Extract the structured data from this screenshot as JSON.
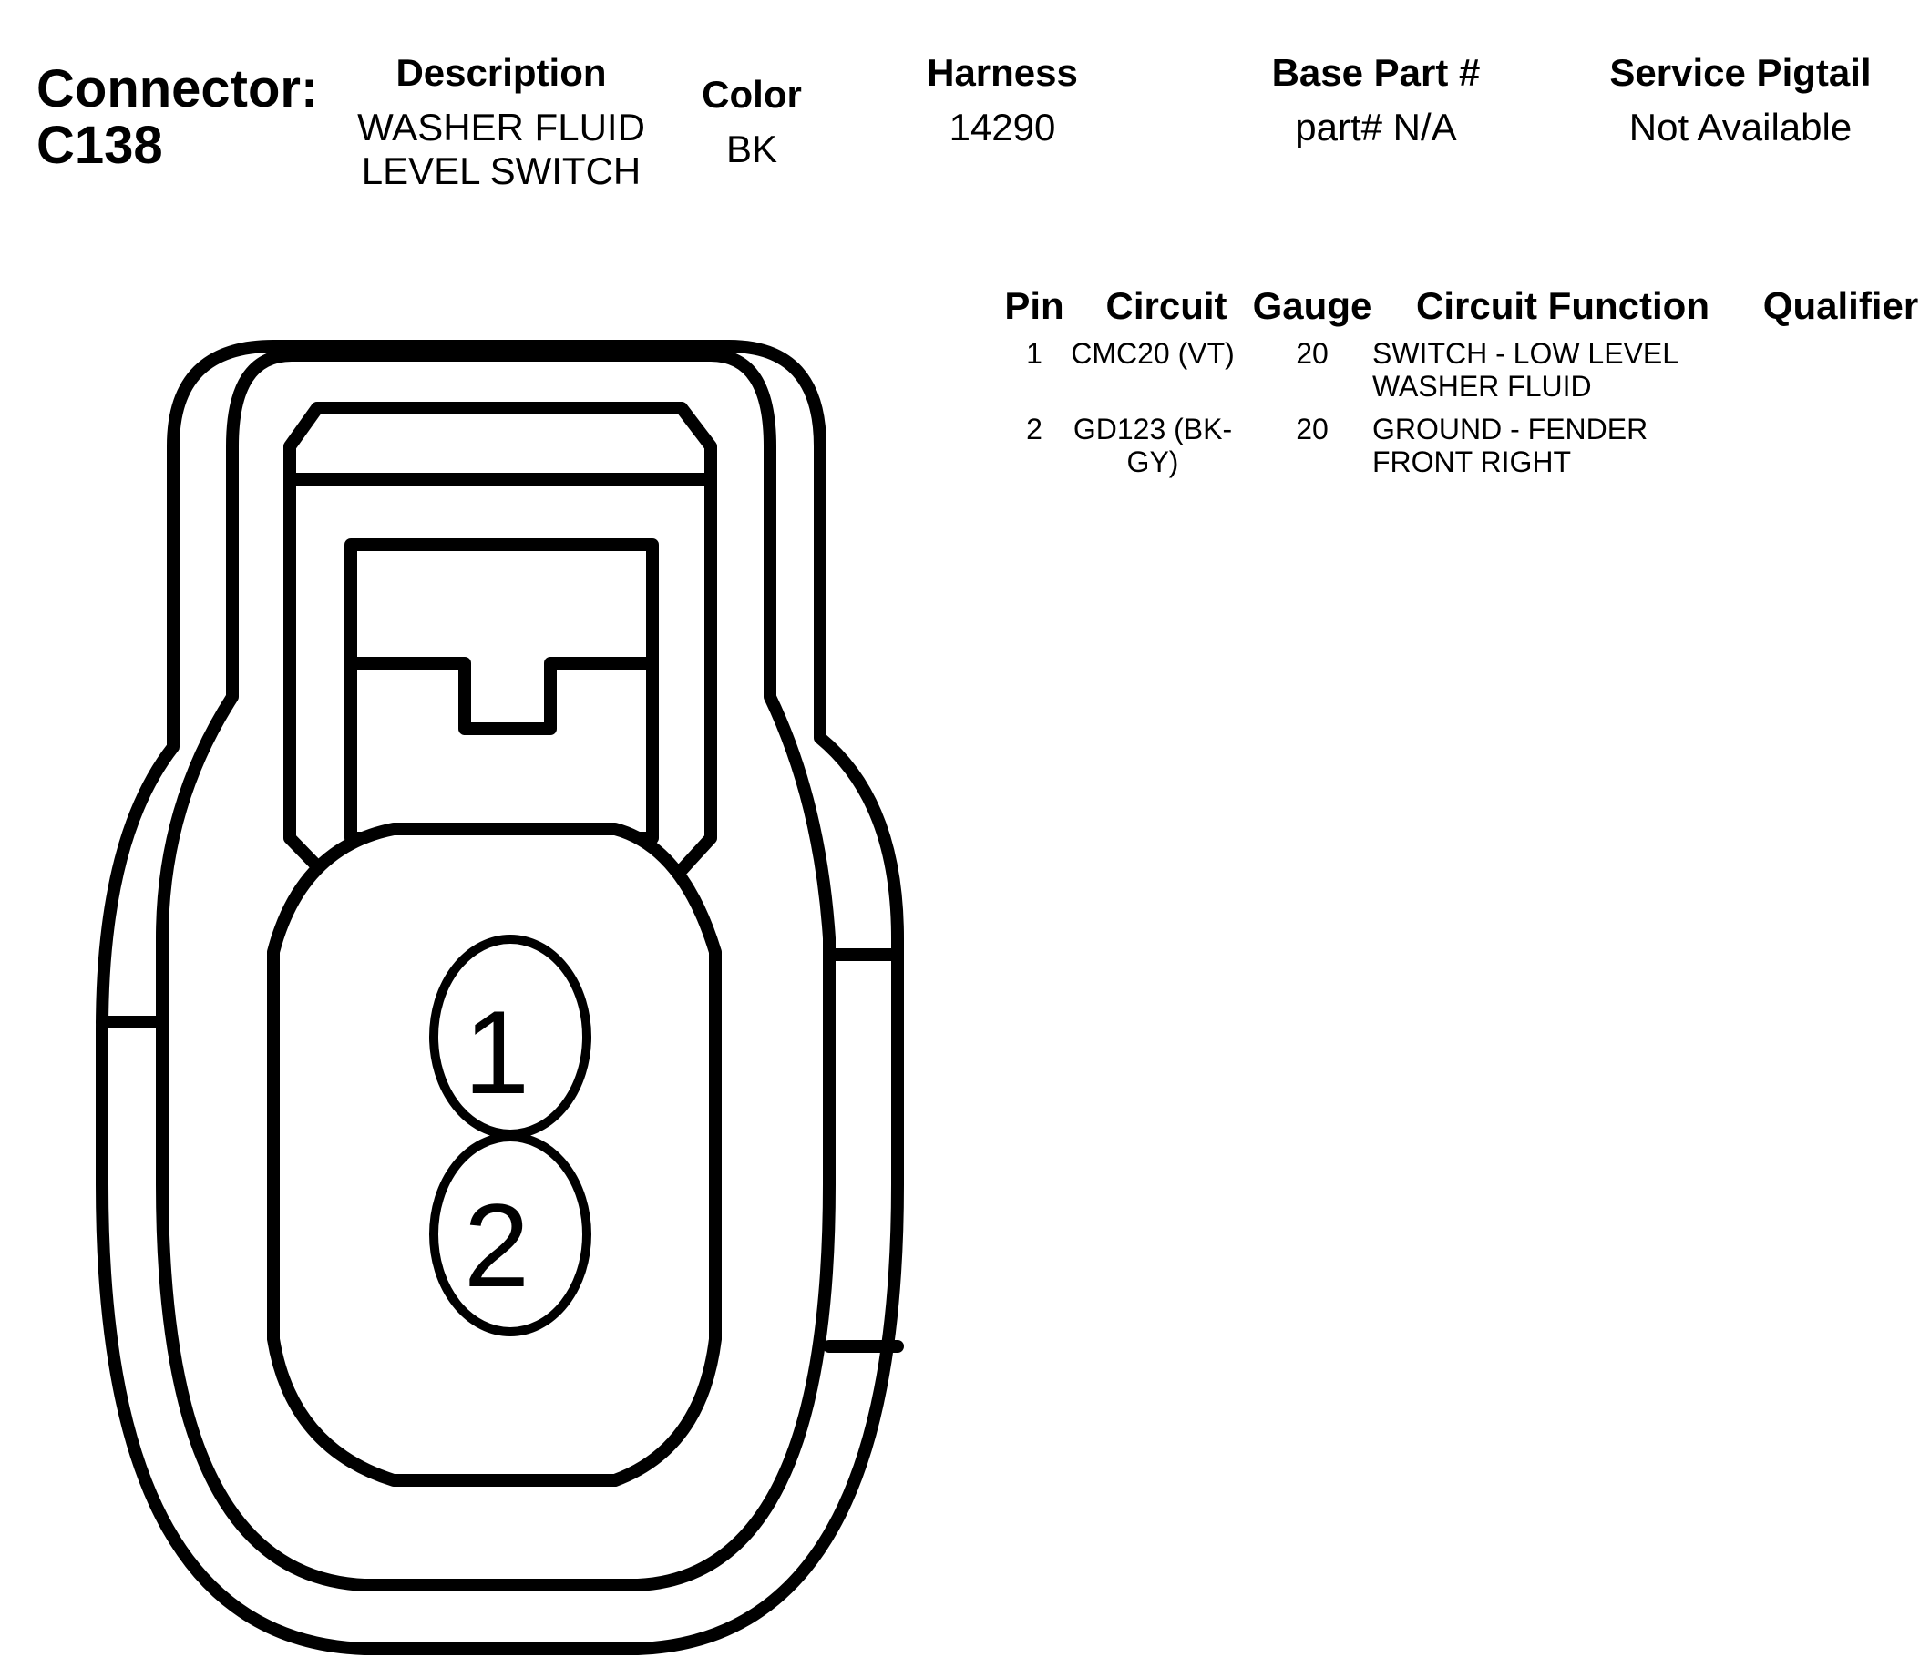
{
  "connector": {
    "label": "Connector:",
    "id": "C138"
  },
  "header": {
    "description": {
      "label": "Description",
      "value": "WASHER FLUID LEVEL SWITCH"
    },
    "color": {
      "label": "Color",
      "value": "BK"
    },
    "harness": {
      "label": "Harness",
      "value": "14290"
    },
    "base_part": {
      "label": "Base Part #",
      "value": "part# N/A"
    },
    "service_pigtail": {
      "label": "Service Pigtail",
      "value": "Not Available"
    }
  },
  "pin_table": {
    "headers": {
      "pin": "Pin",
      "circuit": "Circuit",
      "gauge": "Gauge",
      "circuit_function": "Circuit Function",
      "qualifier": "Qualifier"
    },
    "rows": [
      {
        "pin": "1",
        "circuit": "CMC20 (VT)",
        "gauge": "20",
        "function": "SWITCH - LOW LEVEL WASHER FLUID",
        "qualifier": ""
      },
      {
        "pin": "2",
        "circuit": "GD123 (BK-GY)",
        "gauge": "20",
        "function": "GROUND - FENDER FRONT RIGHT",
        "qualifier": ""
      }
    ]
  },
  "diagram": {
    "pins": [
      "1",
      "2"
    ]
  }
}
